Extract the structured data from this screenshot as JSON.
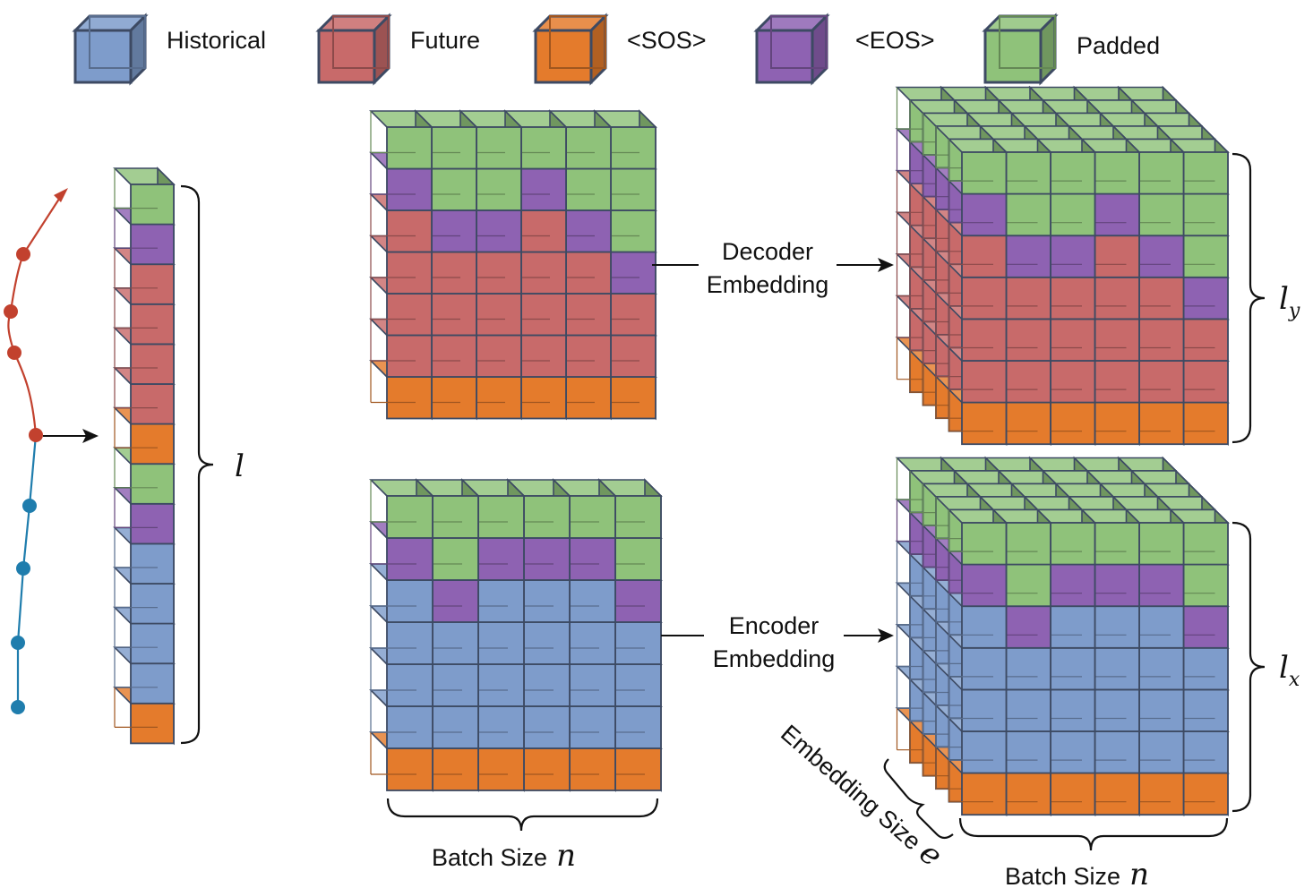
{
  "colors": {
    "historical": "#7E9CCB",
    "future": "#C86A6A",
    "sos": "#E47B2C",
    "eos": "#8E62B2",
    "padded": "#8FC27A",
    "trajectory_history": "#1F7DAD",
    "trajectory_future": "#C2412E"
  },
  "legend": [
    {
      "key": "historical",
      "label": "Historical"
    },
    {
      "key": "future",
      "label": "Future"
    },
    {
      "key": "sos",
      "label": "<SOS>"
    },
    {
      "key": "eos",
      "label": "<EOS>"
    },
    {
      "key": "padded",
      "label": "Padded"
    }
  ],
  "labels": {
    "decoder": [
      "Decoder",
      "Embedding"
    ],
    "encoder": [
      "Encoder",
      "Embedding"
    ],
    "length": "l",
    "ly_base": "l",
    "ly_sub": "y",
    "lx_base": "l",
    "lx_sub": "x",
    "batch_size": "Batch Size",
    "batch_var": "n",
    "embedding_size": "Embedding Size",
    "embedding_var": "e"
  },
  "single_sequence": [
    "padded",
    "eos",
    "future",
    "future",
    "future",
    "future",
    "sos",
    "padded",
    "eos",
    "historical",
    "historical",
    "historical",
    "historical",
    "sos"
  ],
  "decoder_batch": [
    [
      "padded",
      "eos",
      "future",
      "future",
      "future",
      "future",
      "sos"
    ],
    [
      "padded",
      "padded",
      "eos",
      "future",
      "future",
      "future",
      "sos"
    ],
    [
      "padded",
      "padded",
      "eos",
      "future",
      "future",
      "future",
      "sos"
    ],
    [
      "padded",
      "eos",
      "future",
      "future",
      "future",
      "future",
      "sos"
    ],
    [
      "padded",
      "padded",
      "eos",
      "future",
      "future",
      "future",
      "sos"
    ],
    [
      "padded",
      "padded",
      "padded",
      "eos",
      "future",
      "future",
      "sos"
    ]
  ],
  "encoder_batch": [
    [
      "padded",
      "eos",
      "historical",
      "historical",
      "historical",
      "historical",
      "sos"
    ],
    [
      "padded",
      "padded",
      "eos",
      "historical",
      "historical",
      "historical",
      "sos"
    ],
    [
      "padded",
      "eos",
      "historical",
      "historical",
      "historical",
      "historical",
      "sos"
    ],
    [
      "padded",
      "eos",
      "historical",
      "historical",
      "historical",
      "historical",
      "sos"
    ],
    [
      "padded",
      "eos",
      "historical",
      "historical",
      "historical",
      "historical",
      "sos"
    ],
    [
      "padded",
      "padded",
      "eos",
      "historical",
      "historical",
      "historical",
      "sos"
    ]
  ]
}
